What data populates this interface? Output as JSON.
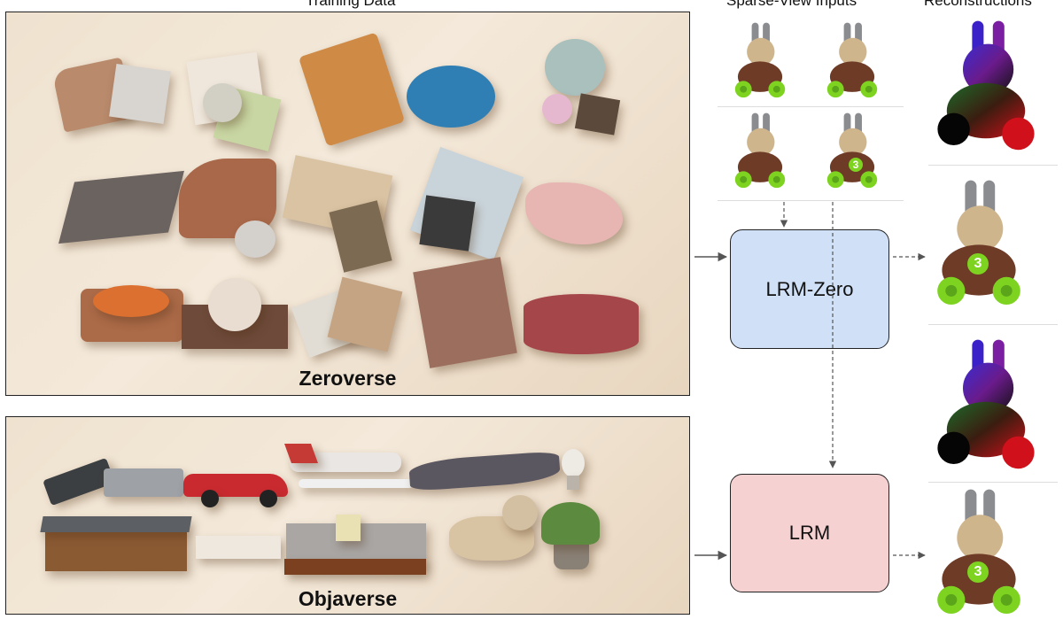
{
  "headers": {
    "training_data": "Training Data",
    "sparse_view_inputs": "Sparse-View Inputs",
    "reconstructions": "Reconstructions"
  },
  "panels": {
    "zeroverse_label": "Zeroverse",
    "objaverse_label": "Objaverse"
  },
  "models": {
    "lrm_zero": "LRM-Zero",
    "lrm": "LRM"
  },
  "colors": {
    "lrm_zero_fill": "#cfe0f7",
    "lrm_fill": "#f6d1d1",
    "arrow": "#555555"
  },
  "rabbit_badge": "3"
}
